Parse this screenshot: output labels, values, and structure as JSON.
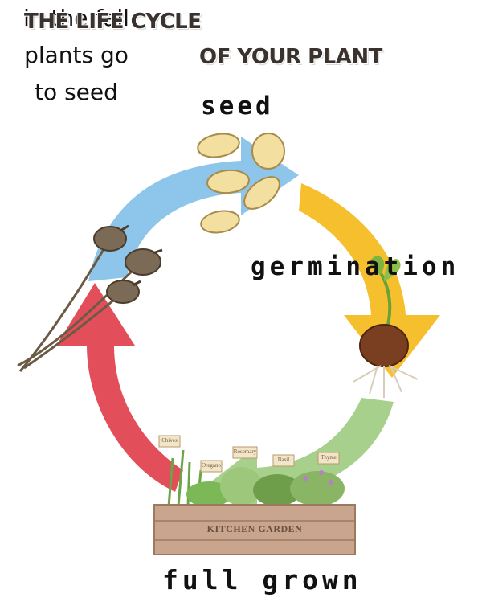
{
  "title": {
    "line1": "THE LIFE CYCLE",
    "line2": "OF YOUR PLANT"
  },
  "stages": {
    "seed": "seed",
    "germination": "germination",
    "full_grown": "full grown",
    "fall": [
      "in the fall",
      "plants go",
      "to seed"
    ]
  },
  "planter": {
    "label": "KITCHEN GARDEN",
    "tags": [
      "Chives",
      "Rosemary",
      "Oregano",
      "Basil",
      "Thyme"
    ]
  },
  "colors": {
    "arrow_seed": "#8ec5ea",
    "arrow_germination": "#f6bf2e",
    "arrow_full_grown": "#a8d08d",
    "arrow_fall": "#e34e5b",
    "wood": "#c9a58e"
  }
}
